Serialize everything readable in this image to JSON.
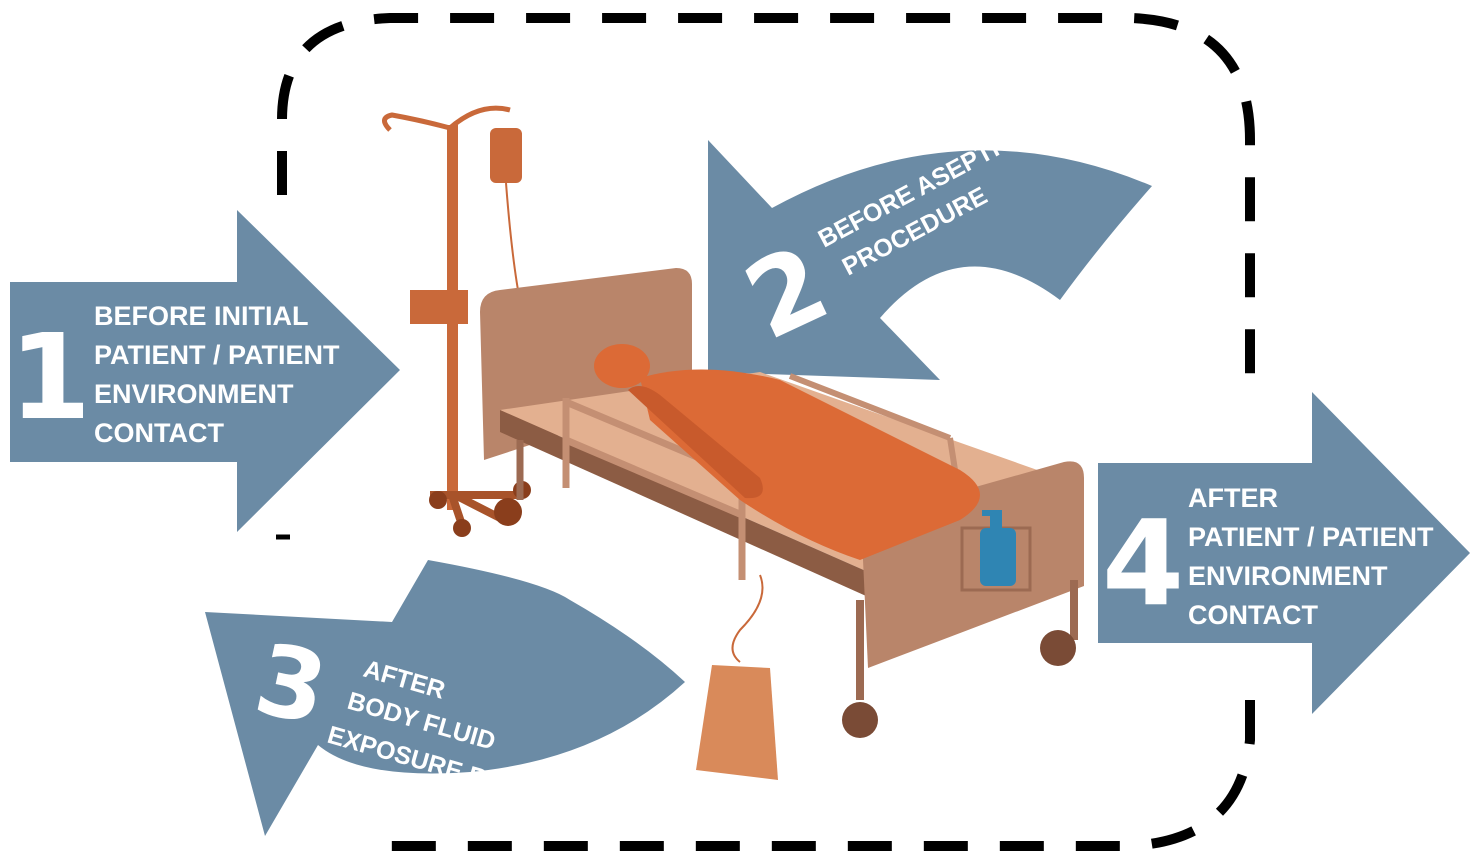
{
  "colors": {
    "arrow_fill": "#6b8ba5",
    "bed_frame": "#b9856a",
    "patient": "#dc6a36",
    "iv_stand": "#c9693a",
    "sanitizer_bottle": "#2f85b3",
    "dashed_border": "#000000"
  },
  "moments": [
    {
      "number": "1",
      "lines": [
        "BEFORE INITIAL",
        "PATIENT / PATIENT",
        "ENVIRONMENT",
        "CONTACT"
      ],
      "arrow_icon": "right-arrow-icon"
    },
    {
      "number": "2",
      "lines": [
        "BEFORE ASEPTIC",
        "PROCEDURE"
      ],
      "arrow_icon": "curved-arrow-icon"
    },
    {
      "number": "3",
      "lines": [
        "AFTER",
        "BODY FLUID",
        "EXPOSURE RISK"
      ],
      "arrow_icon": "curved-arrow-icon"
    },
    {
      "number": "4",
      "lines": [
        "AFTER",
        "PATIENT / PATIENT",
        "ENVIRONMENT",
        "CONTACT"
      ],
      "arrow_icon": "right-arrow-icon"
    }
  ]
}
